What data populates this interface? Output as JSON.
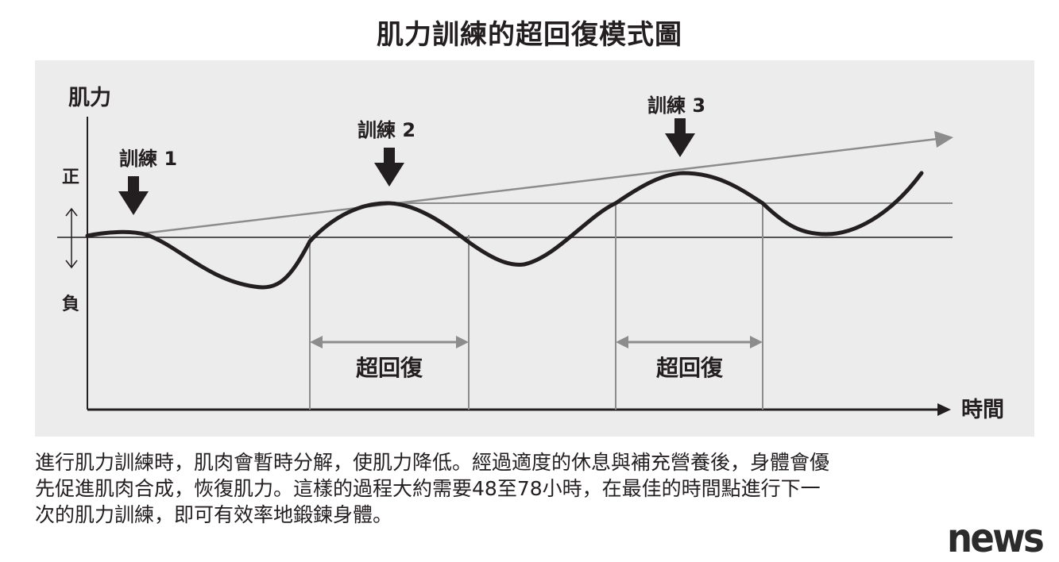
{
  "title": "肌力訓練的超回復模式圖",
  "axes": {
    "y_label": "肌力",
    "x_label": "時間",
    "positive": "正",
    "negative": "負"
  },
  "trainings": [
    "訓練 1",
    "訓練 2",
    "訓練 3"
  ],
  "supercompensation": [
    "超回復",
    "超回復"
  ],
  "caption_lines": [
    "進行肌力訓練時，肌肉會暫時分解，使肌力降低。經過適度的休息與補充營養後，身體會優",
    "先促進肌肉合成，恢復肌力。這樣的過程大約需要48至78小時，在最佳的時間點進行下一",
    "次的肌力訓練，即可有效率地鍛鍊身體。"
  ],
  "logo": "news",
  "colors": {
    "curve": "#231f20",
    "trend_arrow": "#8c8c8c",
    "guide_lines": "#8c8c8c",
    "panel": "#ececec"
  },
  "icons": {
    "training_arrow": "down-arrow-icon",
    "level_indicator": "up-down-arrow-icon",
    "span_arrow": "double-headed-arrow-icon"
  }
}
